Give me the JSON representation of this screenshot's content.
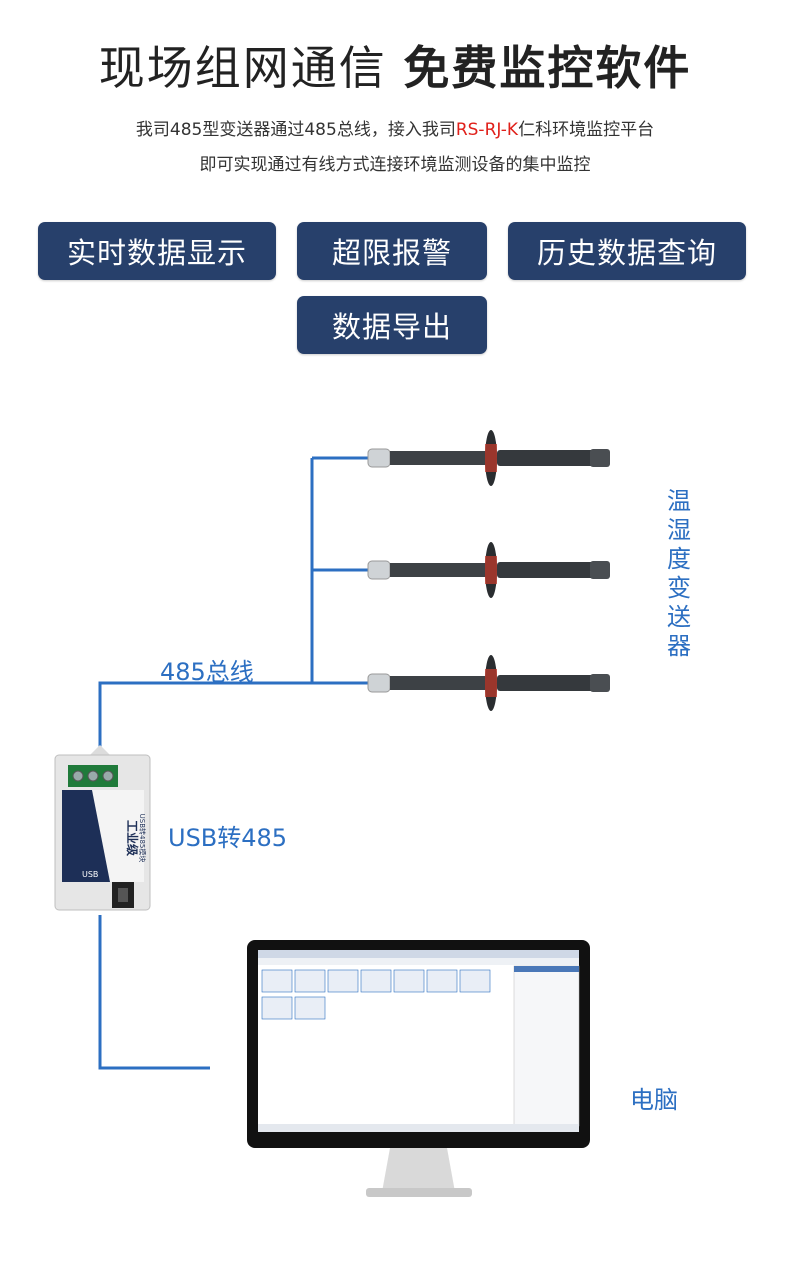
{
  "header": {
    "title_light": "现场组网通信",
    "title_bold": "免费监控软件",
    "desc_line1_a": "我司485型变送器通过485总线，接入我司",
    "desc_line1_brand": "RS-RJ-K",
    "desc_line1_b": "仁科环境监控平台",
    "desc_line2": "即可实现通过有线方式连接环境监测设备的集中监控"
  },
  "features": [
    "实时数据显示",
    "超限报警",
    "历史数据查询",
    "数据导出"
  ],
  "diagram": {
    "bus_label": "485总线",
    "sensor_label": "温湿度变送器",
    "converter_label": "USB转485",
    "computer_label": "电脑",
    "module": {
      "brand": "工业级",
      "model": "USB转485模块",
      "port": "USB"
    }
  },
  "colors": {
    "button_bg": "#27406b",
    "line_blue": "#2c6fc2",
    "accent_red": "#e0201a"
  }
}
